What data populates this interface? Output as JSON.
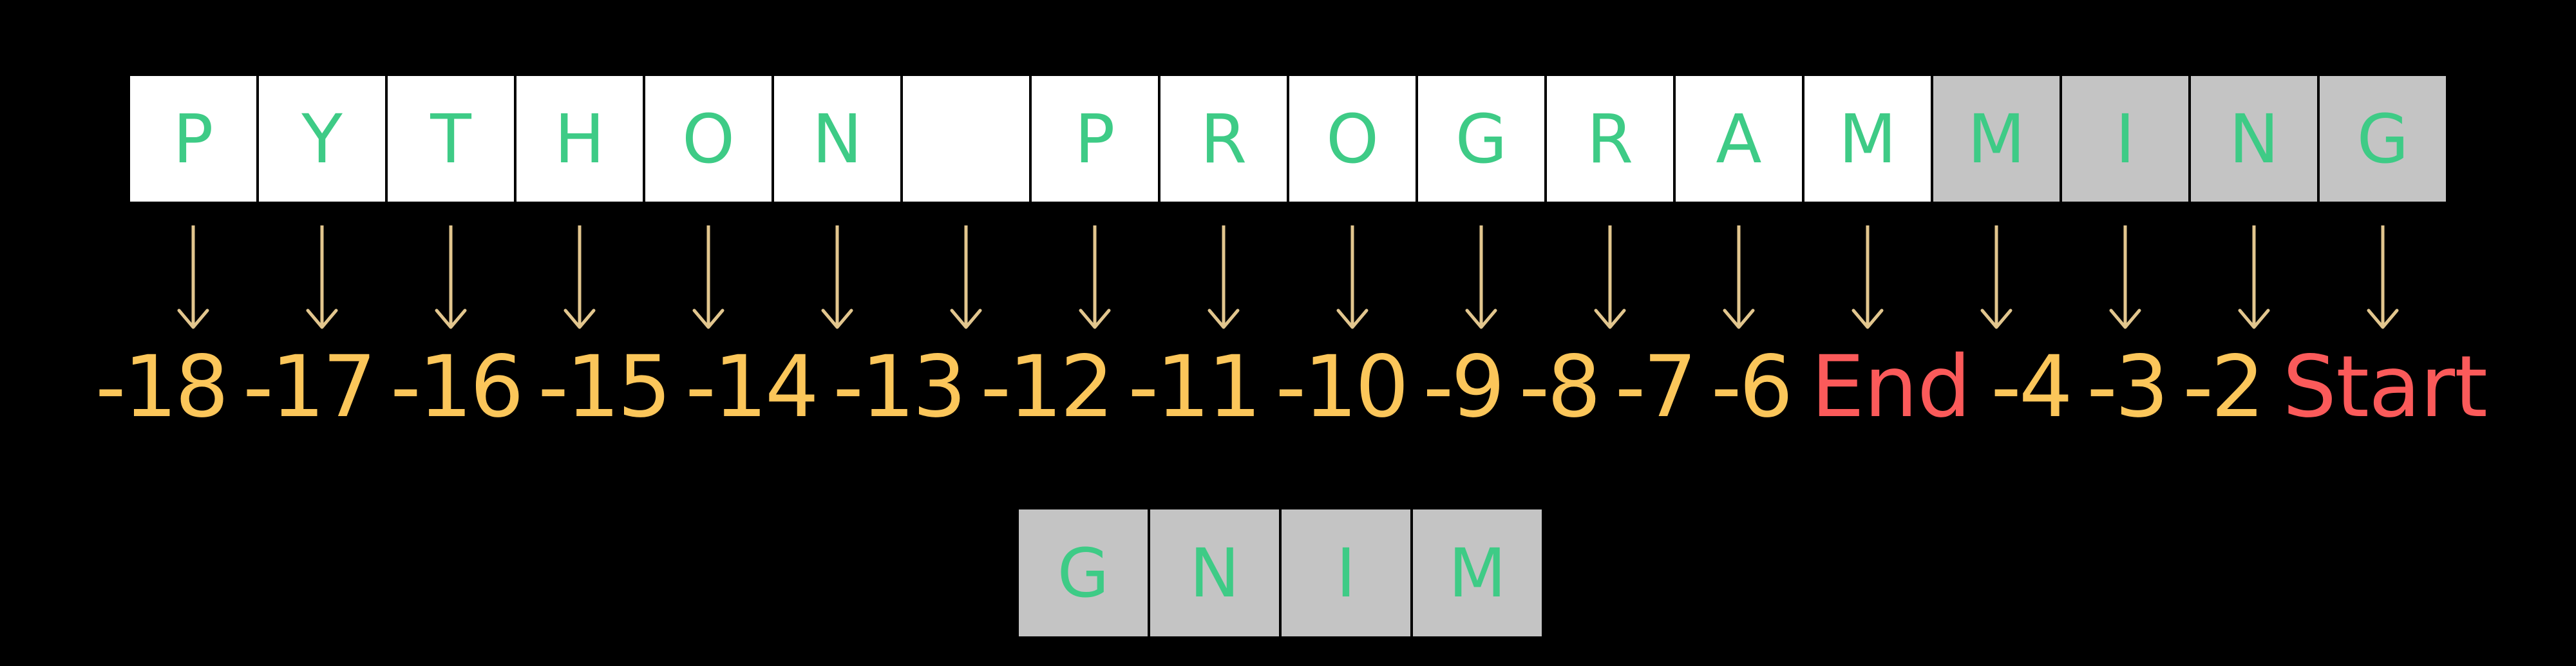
{
  "colors": {
    "background": "#000000",
    "cell_plain_bg": "#ffffff",
    "cell_shaded_bg": "#c4c4c4",
    "letter": "#3ecb86",
    "index_number": "#fbc65a",
    "keyword": "#fb5a5a",
    "arrow": "#e2c68e"
  },
  "string_row": {
    "name": "python-string-cells",
    "cells": [
      {
        "char": "P",
        "shaded": false
      },
      {
        "char": "Y",
        "shaded": false
      },
      {
        "char": "T",
        "shaded": false
      },
      {
        "char": "H",
        "shaded": false
      },
      {
        "char": "O",
        "shaded": false
      },
      {
        "char": "N",
        "shaded": false
      },
      {
        "char": " ",
        "shaded": false
      },
      {
        "char": "P",
        "shaded": false
      },
      {
        "char": "R",
        "shaded": false
      },
      {
        "char": "O",
        "shaded": false
      },
      {
        "char": "G",
        "shaded": false
      },
      {
        "char": "R",
        "shaded": false
      },
      {
        "char": "A",
        "shaded": false
      },
      {
        "char": "M",
        "shaded": false
      },
      {
        "char": "M",
        "shaded": true
      },
      {
        "char": "I",
        "shaded": true
      },
      {
        "char": "N",
        "shaded": true
      },
      {
        "char": "G",
        "shaded": true
      }
    ]
  },
  "arrows": {
    "name": "index-arrows",
    "count": 18,
    "direction": "down",
    "icon": "arrow-down-icon"
  },
  "index_labels": {
    "name": "negative-index-labels",
    "items": [
      {
        "text": "-18",
        "kind": "number"
      },
      {
        "text": "-17",
        "kind": "number"
      },
      {
        "text": "-16",
        "kind": "number"
      },
      {
        "text": "-15",
        "kind": "number"
      },
      {
        "text": "-14",
        "kind": "number"
      },
      {
        "text": "-13",
        "kind": "number"
      },
      {
        "text": "-12",
        "kind": "number"
      },
      {
        "text": "-11",
        "kind": "number"
      },
      {
        "text": "-10",
        "kind": "number"
      },
      {
        "text": "-9",
        "kind": "number"
      },
      {
        "text": "-8",
        "kind": "number"
      },
      {
        "text": "-7",
        "kind": "number"
      },
      {
        "text": "-6",
        "kind": "number"
      },
      {
        "text": "End",
        "kind": "keyword"
      },
      {
        "text": "-4",
        "kind": "number"
      },
      {
        "text": "-3",
        "kind": "number"
      },
      {
        "text": "-2",
        "kind": "number"
      },
      {
        "text": "Start",
        "kind": "keyword"
      }
    ]
  },
  "result_row": {
    "name": "sliced-result-cells",
    "cells": [
      {
        "char": "G"
      },
      {
        "char": "N"
      },
      {
        "char": "I"
      },
      {
        "char": "M"
      }
    ]
  }
}
